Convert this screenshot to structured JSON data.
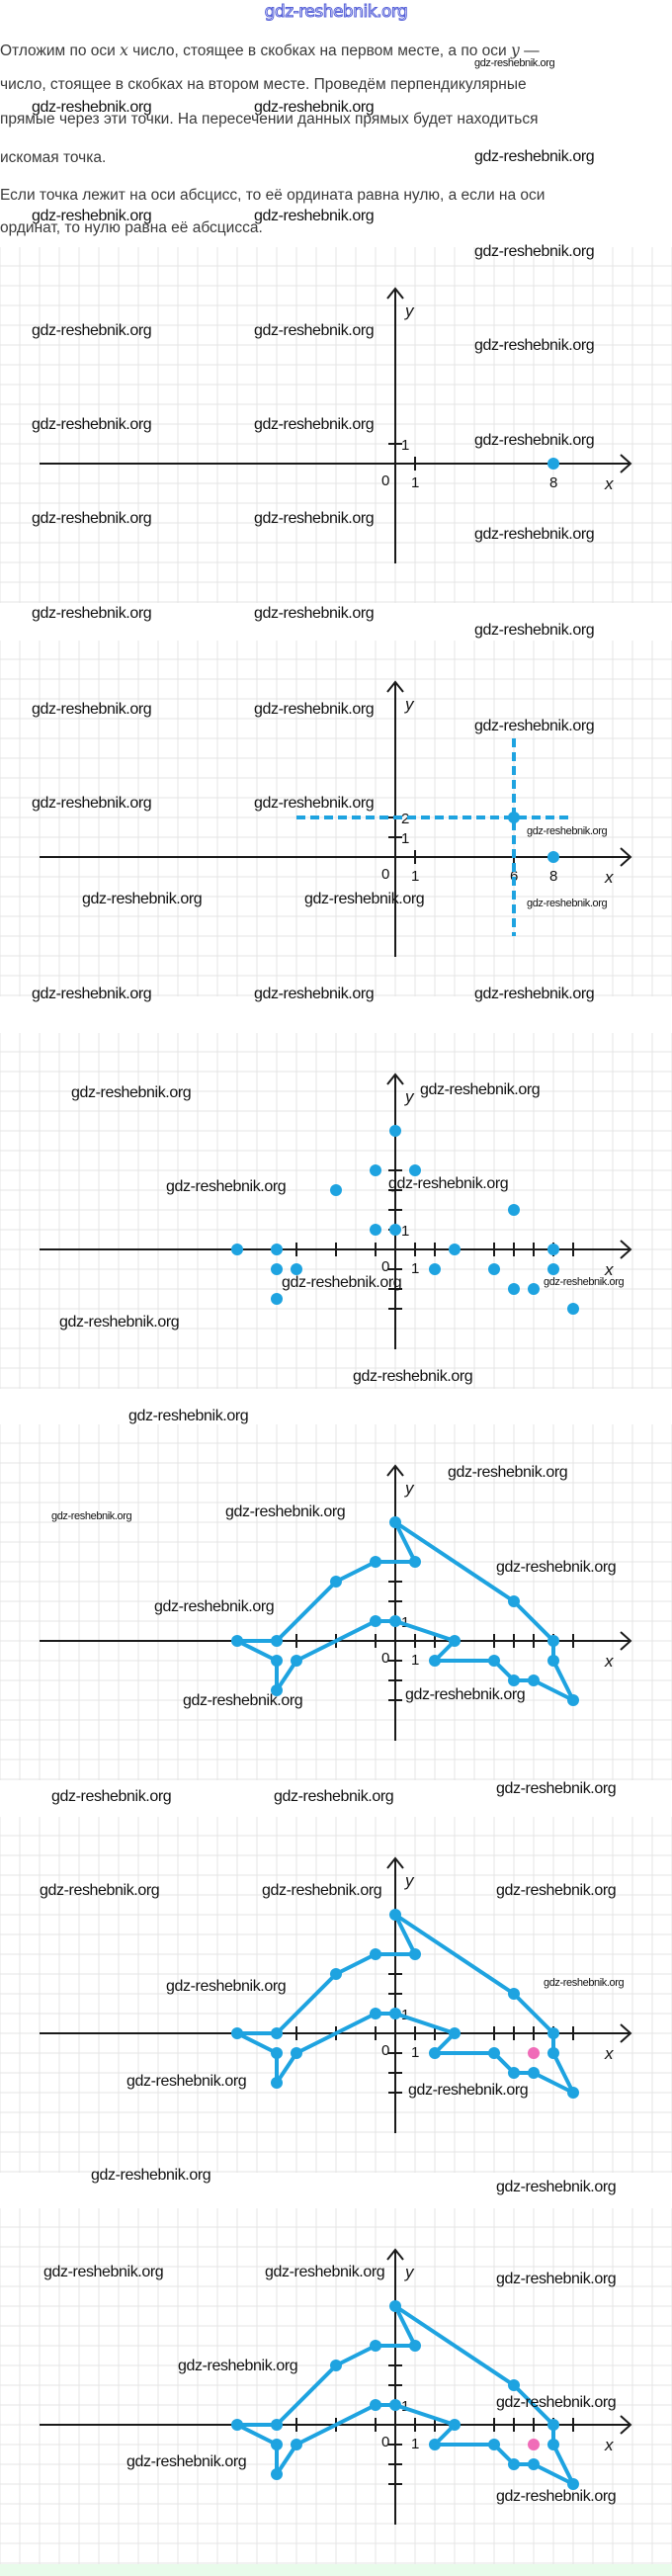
{
  "header": {
    "site": "gdz-reshebnik.org"
  },
  "text": {
    "lines": [
      "Отложим по оси ",
      "x",
      " число, стоящее в скобках на первом месте, а по оси ",
      "y",
      " —"
    ],
    "line2": "число, стоящее в скобках на втором месте. Проведём перпендикулярные",
    "line3": "прямые через эти точки. На пересечении данных прямых будет находиться",
    "line4": "искомая точка.",
    "line5": "Если точка лежит на оси абсцисс, то её ордината равна нулю, а если на оси",
    "line6": "ординат, то нулю равна её абсцисса."
  },
  "watermark": "gdz-reshebnik.org",
  "colors": {
    "blue": "#1ea3e0",
    "pink": "#f06cb8",
    "axis": "#1a1a1a",
    "grid": "#e4e4e4"
  },
  "chart_data": [
    {
      "type": "scatter",
      "axis_labels": {
        "x": "x",
        "y": "y",
        "origin": "0"
      },
      "x_ticks": [
        1
      ],
      "x_tick_labels": [
        {
          "v": 1,
          "t": "1"
        },
        {
          "v": 8,
          "t": "8"
        }
      ],
      "y_ticks": [
        1
      ],
      "y_tick_labels": [
        {
          "v": 1,
          "t": "1"
        }
      ],
      "points": [
        [
          8,
          0
        ]
      ]
    },
    {
      "type": "scatter",
      "axis_labels": {
        "x": "x",
        "y": "y",
        "origin": "0"
      },
      "x_ticks": [
        1,
        6
      ],
      "x_tick_labels": [
        {
          "v": 1,
          "t": "1"
        },
        {
          "v": 6,
          "t": "6"
        },
        {
          "v": 8,
          "t": "8"
        }
      ],
      "y_ticks": [
        1,
        2
      ],
      "y_tick_labels": [
        {
          "v": 1,
          "t": "1"
        },
        {
          "v": 2,
          "t": "2"
        }
      ],
      "points": [
        [
          6,
          2
        ],
        [
          8,
          0
        ]
      ],
      "dashed": [
        [
          [
            -5,
            2
          ],
          [
            9,
            2
          ]
        ],
        [
          [
            6,
            6
          ],
          [
            6,
            -4
          ]
        ]
      ]
    },
    {
      "type": "scatter",
      "axis_labels": {
        "x": "x",
        "y": "y",
        "origin": "0"
      },
      "x_ticks": [
        -5,
        -3,
        -1,
        1,
        2,
        5,
        6,
        7,
        8,
        9
      ],
      "x_tick_labels": [
        {
          "v": 1,
          "t": "1"
        }
      ],
      "y_ticks": [
        2,
        3,
        4,
        -1,
        -2,
        -3
      ],
      "y_tick_labels": [
        {
          "v": 1,
          "t": "1"
        }
      ],
      "points": [
        [
          0,
          6
        ],
        [
          -1,
          4
        ],
        [
          1,
          4
        ],
        [
          -3,
          3
        ],
        [
          6,
          2
        ],
        [
          -1,
          1
        ],
        [
          0,
          1
        ],
        [
          -8,
          0
        ],
        [
          -6,
          0
        ],
        [
          3,
          0
        ],
        [
          8,
          0
        ],
        [
          -6,
          -1
        ],
        [
          -5,
          -1
        ],
        [
          2,
          -1
        ],
        [
          5,
          -1
        ],
        [
          8,
          -1
        ],
        [
          6,
          -2
        ],
        [
          7,
          -2
        ],
        [
          -6,
          -2.5
        ],
        [
          9,
          -3
        ]
      ]
    },
    {
      "type": "line",
      "axis_labels": {
        "x": "x",
        "y": "y",
        "origin": "0"
      },
      "x_ticks": [
        -5,
        -3,
        -1,
        1,
        2,
        5,
        6,
        7,
        8,
        9
      ],
      "x_tick_labels": [
        {
          "v": 1,
          "t": "1"
        }
      ],
      "y_ticks": [
        2,
        3,
        4,
        -1,
        -2,
        -3
      ],
      "y_tick_labels": [
        {
          "v": 1,
          "t": "1"
        }
      ],
      "points": [
        [
          0,
          6
        ],
        [
          1,
          4
        ],
        [
          -1,
          4
        ],
        [
          -3,
          3
        ],
        [
          -6,
          0
        ],
        [
          -8,
          0
        ],
        [
          -6,
          -1
        ],
        [
          -6,
          -2.5
        ],
        [
          -5,
          -1
        ],
        [
          -1,
          1
        ],
        [
          0,
          1
        ],
        [
          3,
          0
        ],
        [
          2,
          -1
        ],
        [
          5,
          -1
        ],
        [
          6,
          -2
        ],
        [
          7,
          -2
        ],
        [
          9,
          -3
        ],
        [
          8,
          -1
        ],
        [
          8,
          0
        ],
        [
          6,
          2
        ]
      ],
      "path": [
        [
          0,
          6
        ],
        [
          1,
          4
        ],
        [
          -1,
          4
        ],
        [
          -3,
          3
        ],
        [
          -6,
          0
        ],
        [
          -8,
          0
        ],
        [
          -6,
          -1
        ],
        [
          -6,
          -2.5
        ],
        [
          -5,
          -1
        ],
        [
          -3,
          0
        ],
        [
          -1,
          1
        ],
        [
          0,
          1
        ],
        [
          3,
          0
        ],
        [
          2,
          -1
        ],
        [
          5,
          -1
        ],
        [
          6,
          -2
        ],
        [
          7,
          -2
        ],
        [
          9,
          -3
        ],
        [
          8,
          -1
        ],
        [
          8,
          0
        ],
        [
          6,
          2
        ],
        [
          0,
          6
        ]
      ]
    },
    {
      "type": "line",
      "axis_labels": {
        "x": "x",
        "y": "y",
        "origin": "0"
      },
      "x_ticks": [
        -5,
        -3,
        -1,
        1,
        2,
        5,
        6,
        7,
        8,
        9
      ],
      "x_tick_labels": [
        {
          "v": 1,
          "t": "1"
        }
      ],
      "y_ticks": [
        2,
        3,
        4,
        -1,
        -2,
        -3
      ],
      "y_tick_labels": [
        {
          "v": 1,
          "t": "1"
        }
      ],
      "points": [
        [
          0,
          6
        ],
        [
          1,
          4
        ],
        [
          -1,
          4
        ],
        [
          -3,
          3
        ],
        [
          -6,
          0
        ],
        [
          -8,
          0
        ],
        [
          -6,
          -1
        ],
        [
          -6,
          -2.5
        ],
        [
          -5,
          -1
        ],
        [
          -1,
          1
        ],
        [
          0,
          1
        ],
        [
          3,
          0
        ],
        [
          2,
          -1
        ],
        [
          5,
          -1
        ],
        [
          6,
          -2
        ],
        [
          7,
          -2
        ],
        [
          9,
          -3
        ],
        [
          8,
          -1
        ],
        [
          8,
          0
        ],
        [
          6,
          2
        ]
      ],
      "path": [
        [
          0,
          6
        ],
        [
          1,
          4
        ],
        [
          -1,
          4
        ],
        [
          -3,
          3
        ],
        [
          -6,
          0
        ],
        [
          -8,
          0
        ],
        [
          -6,
          -1
        ],
        [
          -6,
          -2.5
        ],
        [
          -5,
          -1
        ],
        [
          -3,
          0
        ],
        [
          -1,
          1
        ],
        [
          0,
          1
        ],
        [
          3,
          0
        ],
        [
          2,
          -1
        ],
        [
          5,
          -1
        ],
        [
          6,
          -2
        ],
        [
          7,
          -2
        ],
        [
          9,
          -3
        ],
        [
          8,
          -1
        ],
        [
          8,
          0
        ],
        [
          6,
          2
        ],
        [
          0,
          6
        ]
      ],
      "highlight": [
        [
          7,
          -1
        ]
      ]
    },
    {
      "type": "line",
      "axis_labels": {
        "x": "x",
        "y": "y",
        "origin": "0"
      },
      "x_ticks": [
        -5,
        -3,
        -1,
        1,
        2,
        5,
        6,
        7,
        8,
        9
      ],
      "x_tick_labels": [
        {
          "v": 1,
          "t": "1"
        }
      ],
      "y_ticks": [
        2,
        3,
        4,
        -1,
        -2,
        -3
      ],
      "y_tick_labels": [
        {
          "v": 1,
          "t": "1"
        }
      ],
      "points": [
        [
          0,
          6
        ],
        [
          1,
          4
        ],
        [
          -1,
          4
        ],
        [
          -3,
          3
        ],
        [
          -6,
          0
        ],
        [
          -8,
          0
        ],
        [
          -6,
          -1
        ],
        [
          -6,
          -2.5
        ],
        [
          -5,
          -1
        ],
        [
          -1,
          1
        ],
        [
          0,
          1
        ],
        [
          3,
          0
        ],
        [
          2,
          -1
        ],
        [
          5,
          -1
        ],
        [
          6,
          -2
        ],
        [
          7,
          -2
        ],
        [
          9,
          -3
        ],
        [
          8,
          -1
        ],
        [
          8,
          0
        ],
        [
          6,
          2
        ]
      ],
      "path": [
        [
          0,
          6
        ],
        [
          1,
          4
        ],
        [
          -1,
          4
        ],
        [
          -3,
          3
        ],
        [
          -6,
          0
        ],
        [
          -8,
          0
        ],
        [
          -6,
          -1
        ],
        [
          -6,
          -2.5
        ],
        [
          -5,
          -1
        ],
        [
          -3,
          0
        ],
        [
          -1,
          1
        ],
        [
          0,
          1
        ],
        [
          3,
          0
        ],
        [
          2,
          -1
        ],
        [
          5,
          -1
        ],
        [
          6,
          -2
        ],
        [
          7,
          -2
        ],
        [
          9,
          -3
        ],
        [
          8,
          -1
        ],
        [
          8,
          0
        ],
        [
          6,
          2
        ],
        [
          0,
          6
        ]
      ],
      "highlight": [
        [
          7,
          -1
        ]
      ]
    }
  ]
}
